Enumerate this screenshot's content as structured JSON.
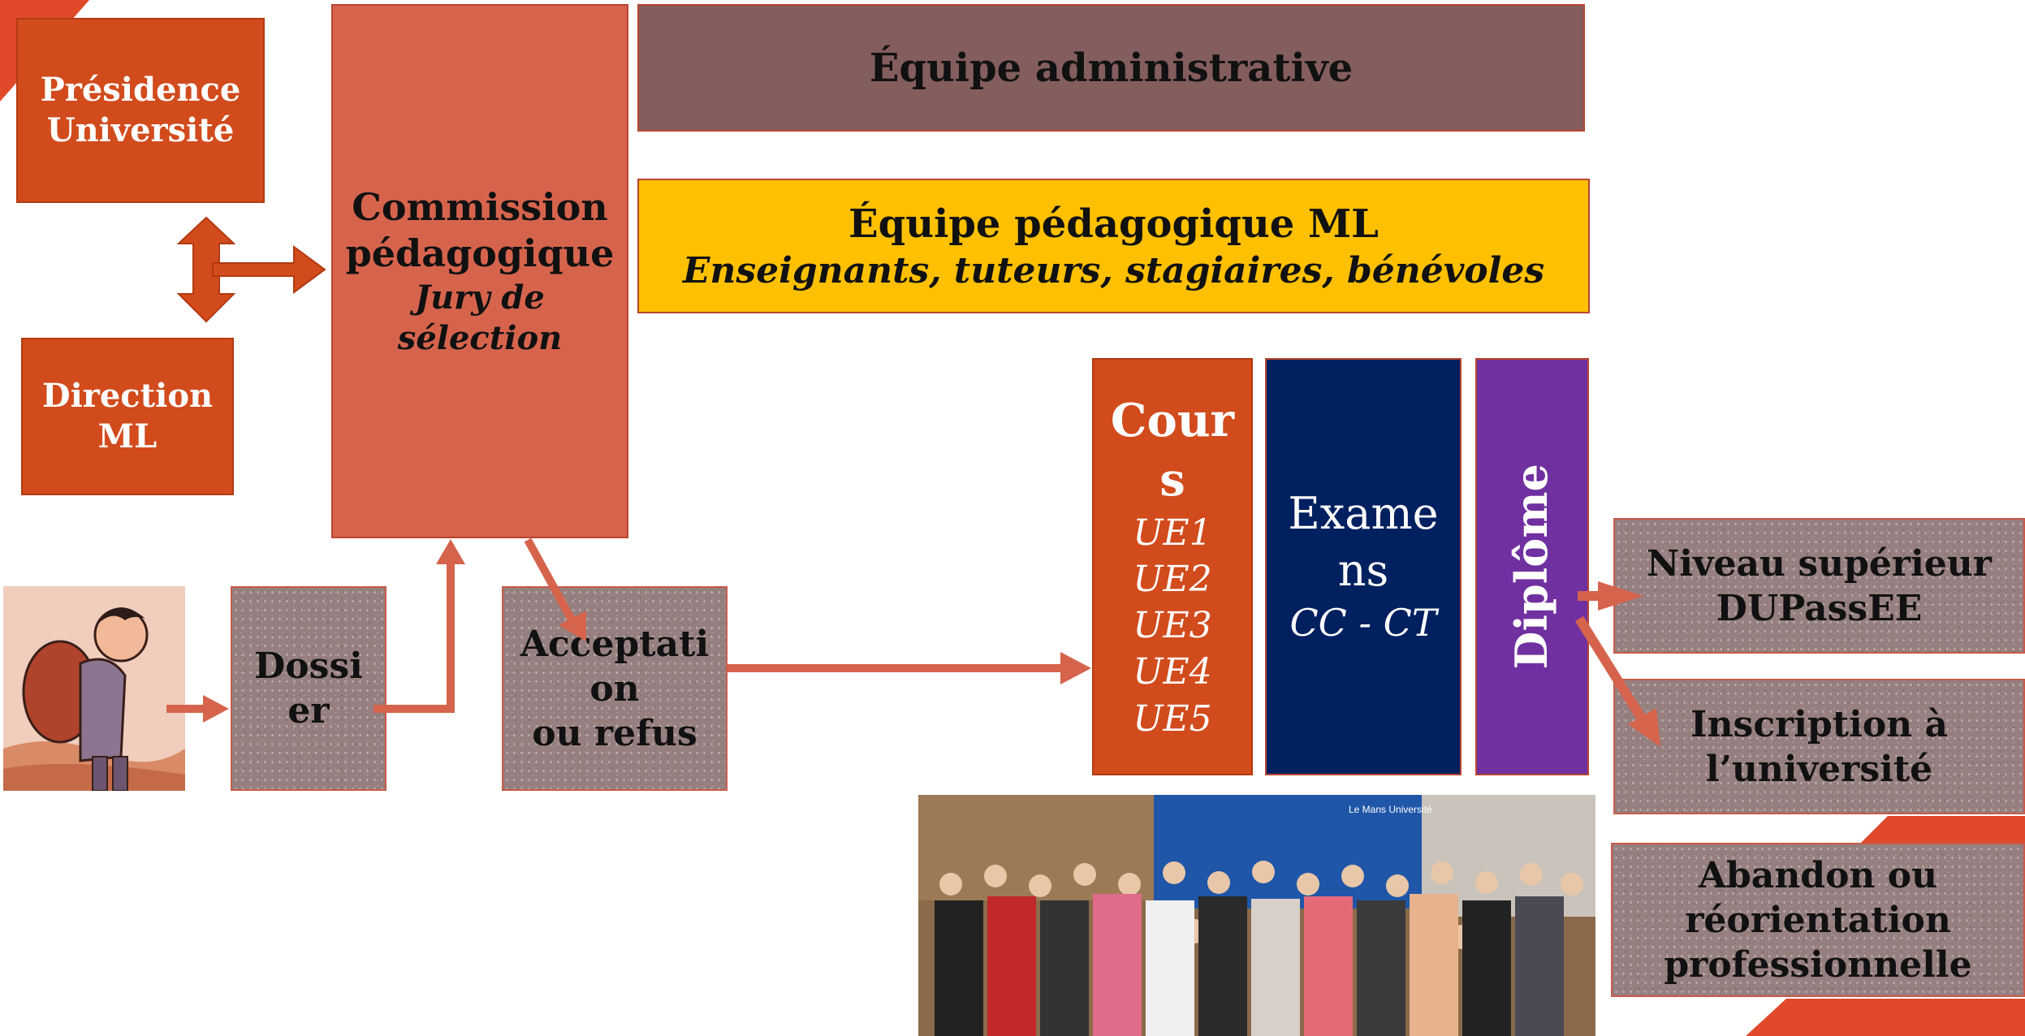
{
  "colors": {
    "accent_orange": "#d24b1c",
    "commission": "#d6644d",
    "admin": "#845d5d",
    "pedago": "#fec000",
    "examens": "#002060",
    "diplome": "#7030a0",
    "arrow": "#d6644d"
  },
  "presidence": {
    "line1": "Présidence",
    "line2": "Université"
  },
  "direction": {
    "line1": "Direction",
    "line2": "ML"
  },
  "commission": {
    "line1": "Commission",
    "line2": "pédagogique",
    "line3": "Jury de",
    "line4": "sélection"
  },
  "admin_team": {
    "label": "Équipe administrative"
  },
  "pedago_team": {
    "title": "Équipe pédagogique ML",
    "subtitle": "Enseignants, tuteurs, stagiaires, bénévoles"
  },
  "cours": {
    "title1": "Cour",
    "title2": "s",
    "units": [
      "UE1",
      "UE2",
      "UE3",
      "UE4",
      "UE5"
    ]
  },
  "examens": {
    "line1": "Exame",
    "line2": "ns",
    "subtitle": "CC - CT"
  },
  "diplome": {
    "label": "Diplôme"
  },
  "dossier": {
    "line1": "Dossi",
    "line2": "er"
  },
  "acceptation": {
    "line1": "Acceptati",
    "line2": "on",
    "line3": "ou refus"
  },
  "outcomes": {
    "niveau": {
      "line1": "Niveau supérieur",
      "line2": "DUPassEE"
    },
    "inscription": {
      "line1": "Inscription à",
      "line2": "l’université"
    },
    "abandon": {
      "line1": "Abandon ou",
      "line2": "réorientation",
      "line3": "professionnelle"
    }
  },
  "images": {
    "traveler": "traveler-illustration",
    "group_photo": "group-photo",
    "banner_text": "Le Mans Université"
  }
}
